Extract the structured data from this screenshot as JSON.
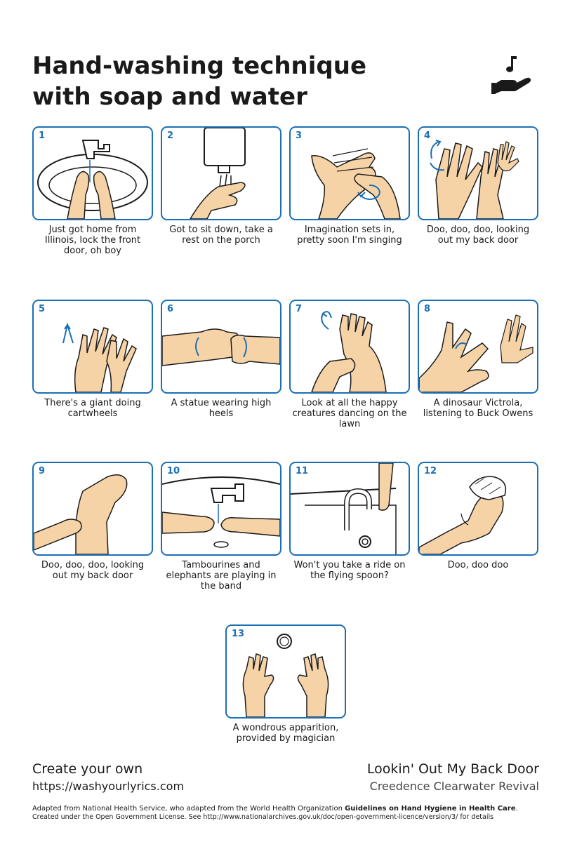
{
  "header": {
    "title_line1": "Hand-washing technique",
    "title_line2": "with soap and water",
    "logo_icon": "hand-with-music-note-icon"
  },
  "steps": [
    {
      "number": "1",
      "caption": "Just got home from Illinois, lock the front door, oh boy"
    },
    {
      "number": "2",
      "caption": "Got to sit down, take a rest on the porch"
    },
    {
      "number": "3",
      "caption": "Imagination sets in, pretty soon I'm singing"
    },
    {
      "number": "4",
      "caption": "Doo, doo, doo, looking out my back door"
    },
    {
      "number": "5",
      "caption": "There's a giant doing cartwheels"
    },
    {
      "number": "6",
      "caption": "A statue wearing high heels"
    },
    {
      "number": "7",
      "caption": "Look at all the happy creatures dancing on the lawn"
    },
    {
      "number": "8",
      "caption": "A dinosaur Victrola, listening to Buck Owens"
    },
    {
      "number": "9",
      "caption": "Doo, doo, doo, looking out my back door"
    },
    {
      "number": "10",
      "caption": "Tambourines and elephants are playing in the band"
    },
    {
      "number": "11",
      "caption": "Won't you take a ride on the flying spoon?"
    },
    {
      "number": "12",
      "caption": "Doo, doo doo"
    },
    {
      "number": "13",
      "caption": "A wondrous apparition, provided by magician"
    }
  ],
  "footer": {
    "create_title": "Create your own",
    "create_url": "https://washyourlyrics.com",
    "song_title": "Lookin' Out My Back Door",
    "artist": "Creedence Clearwater Revival"
  },
  "credits": {
    "line1_prefix": "Adapted from National Health Service, who adapted from the World Health Organization ",
    "line1_bold": "Guidelines on Hand Hygiene in Health Care",
    "line1_suffix": ".",
    "line2": "Created under the Open Government License. See http://www.nationalarchives.gov.uk/doc/open-government-licence/version/3/ for details"
  },
  "colors": {
    "accent_blue": "#1b6fb5",
    "skin": "#f6d3a7",
    "outline": "#1a1a1a"
  }
}
